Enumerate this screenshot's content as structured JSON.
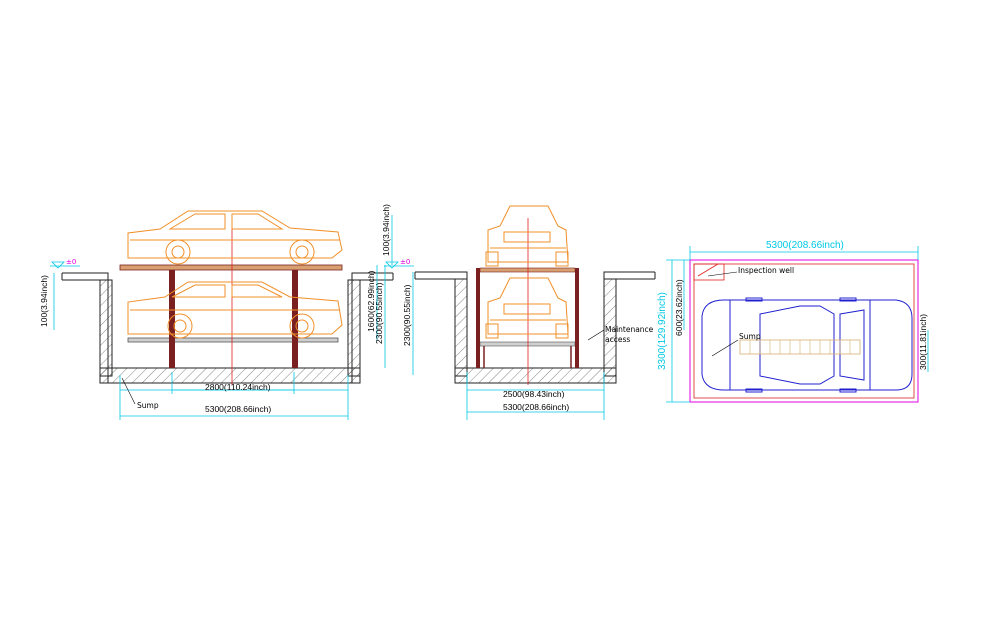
{
  "side_view": {
    "level_marks": [
      "±0",
      "±0"
    ],
    "depth_100": "100(3.94inch)",
    "height_1600": "1600(62.99inch)",
    "height_2300": "2300(90.55inch)",
    "top_100": "100(3.94inch)",
    "span_2800": "2800(110.24inch)",
    "length_5300": "5300(208.66inch)",
    "sump_label": "Sump"
  },
  "front_view": {
    "height_2300": "2300(90.55inch)",
    "maintenance_label_1": "Maintenance",
    "maintenance_label_2": "access",
    "width_2500": "2500(98.43inch)",
    "width_5300": "5300(208.66inch)"
  },
  "plan_view": {
    "length_5300": "5300(208.66inch)",
    "width_3300": "3300(129.92inch)",
    "offset_600": "600(23.62inch)",
    "sump_300": "300(11.81inch)",
    "inspection_label": "Inspection well",
    "sump_label": "Sump"
  },
  "colors": {
    "car": "#f0902a",
    "plan_car": "#2020d0",
    "dimension": "#00c8e6",
    "frame_post": "#7a2020",
    "centerline": "#e02020",
    "outline_magenta": "#e000e0"
  }
}
